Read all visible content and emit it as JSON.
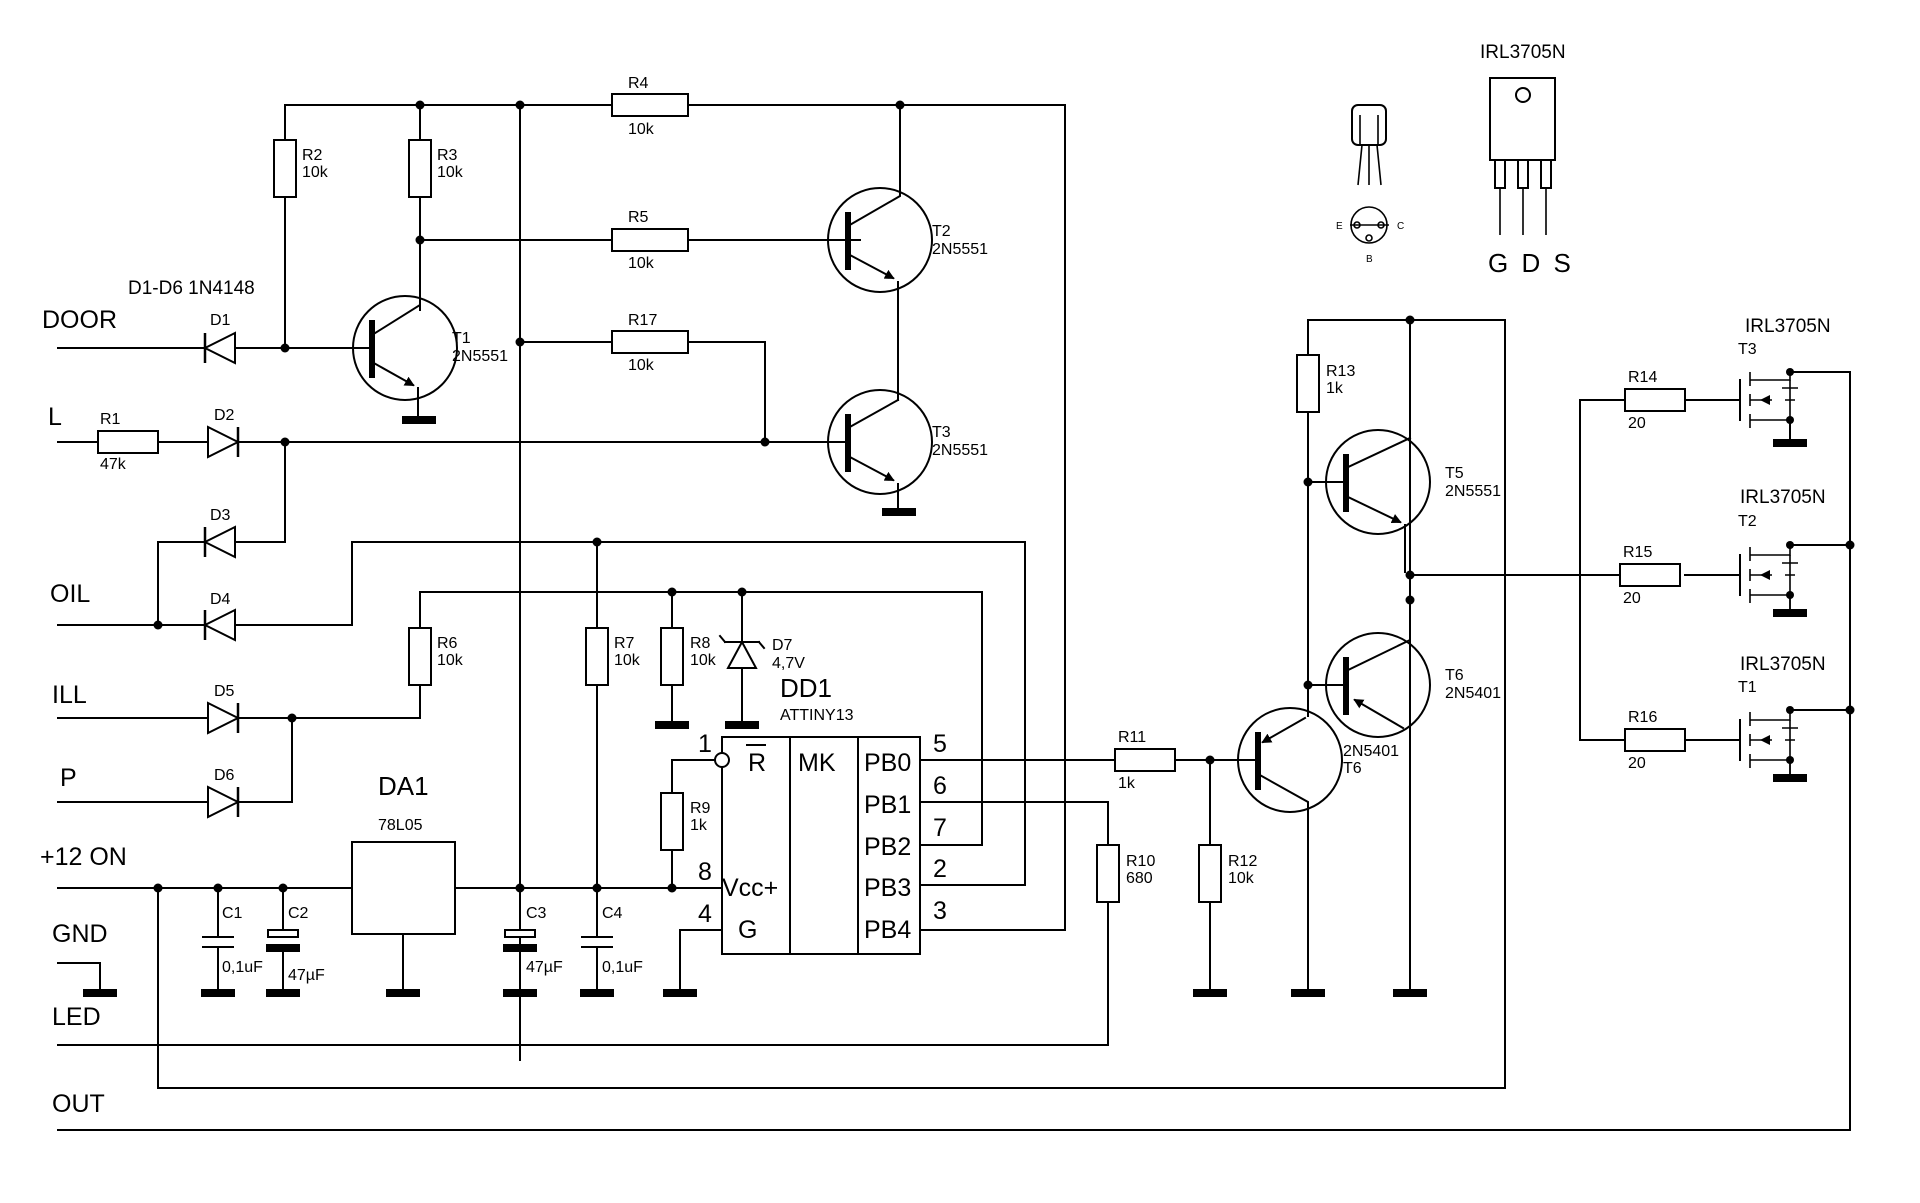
{
  "inputs": {
    "door": "DOOR",
    "l": "L",
    "oil": "OIL",
    "ill": "ILL",
    "p": "P",
    "on12": "+12 ON",
    "gnd": "GND",
    "led": "LED",
    "out": "OUT"
  },
  "diode_note": "D1-D6 1N4148",
  "parts": {
    "r1": "R1",
    "r1v": "47k",
    "r2": "R2",
    "r2v": "10k",
    "r3": "R3",
    "r3v": "10k",
    "r4": "R4",
    "r4v": "10k",
    "r5": "R5",
    "r5v": "10k",
    "r17": "R17",
    "r17v": "10k",
    "r6": "R6",
    "r6v": "10k",
    "r7": "R7",
    "r7v": "10k",
    "r8": "R8",
    "r8v": "10k",
    "r9": "R9",
    "r9v": "1k",
    "r10": "R10",
    "r10v": "680",
    "r11": "R11",
    "r11v": "1k",
    "r12": "R12",
    "r12v": "10k",
    "r13": "R13",
    "r13v": "1k",
    "r14": "R14",
    "r14v": "20",
    "r15": "R15",
    "r15v": "20",
    "r16": "R16",
    "r16v": "20",
    "d1": "D1",
    "d2": "D2",
    "d3": "D3",
    "d4": "D4",
    "d5": "D5",
    "d6": "D6",
    "d7": "D7",
    "d7v": "4,7V",
    "t1": "T1",
    "t1v": "2N5551",
    "t2": "T2",
    "t2v": "2N5551",
    "t3": "T3",
    "t3v": "2N5551",
    "t5": "T5",
    "t5v": "2N5551",
    "t6": "T6",
    "t6v": "2N5401",
    "t6b": "2N5401",
    "t6bn": "T6",
    "c1": "C1",
    "c1v": "0,1uF",
    "c2": "C2",
    "c2v": "47µF",
    "c3": "C3",
    "c3v": "47µF",
    "c4": "C4",
    "c4v": "0,1uF",
    "da1": "DA1",
    "da1v": "78L05",
    "dd1": "DD1",
    "dd1v": "ATTINY13"
  },
  "mcu": {
    "core": "MK",
    "reset": "R",
    "vcc": "Vcc+",
    "g": "G",
    "pins_left": [
      "1",
      "8",
      "4"
    ],
    "ports": [
      "PB0",
      "PB1",
      "PB2",
      "PB3",
      "PB4"
    ],
    "pins_right": [
      "5",
      "6",
      "7",
      "2",
      "3"
    ]
  },
  "mosfets": {
    "model": "IRL3705N",
    "q1": "T3",
    "q2": "T2",
    "q3": "T1",
    "pkg_title": "IRL3705N",
    "pkg_pins": "G D S",
    "to92_e": "E",
    "to92_c": "C",
    "to92_b": "B"
  }
}
